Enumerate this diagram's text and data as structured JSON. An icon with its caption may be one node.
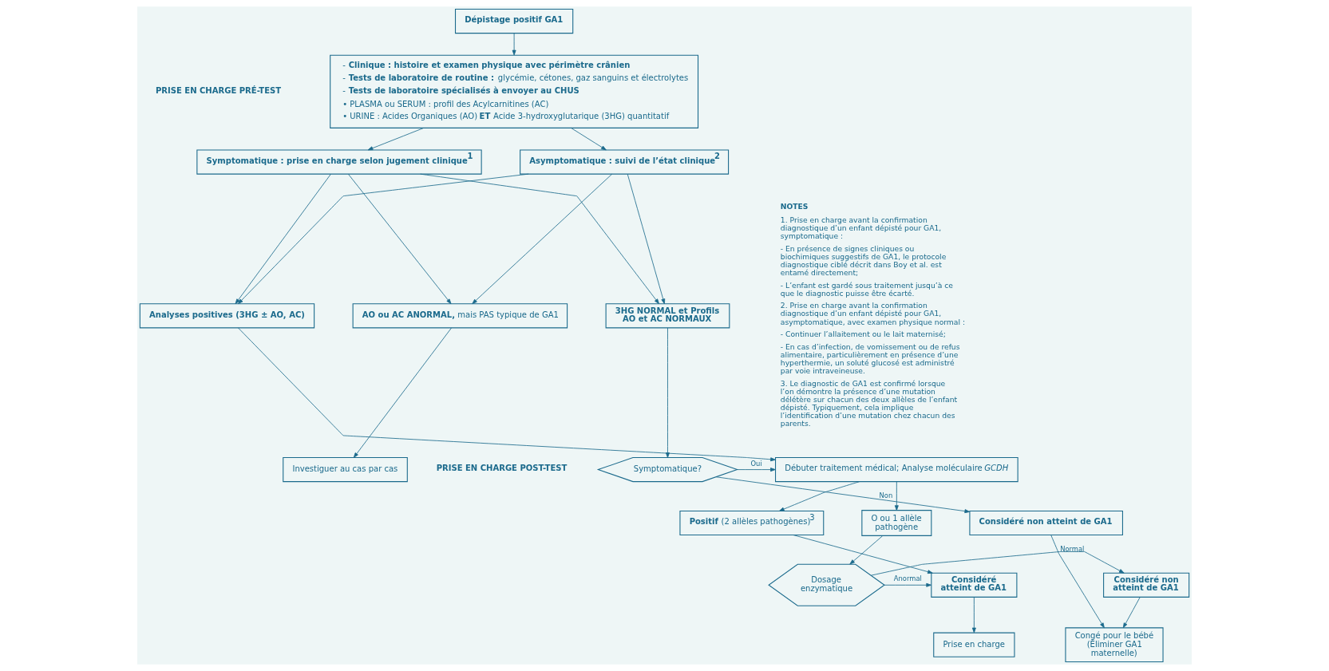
{
  "diagram": {
    "nodes": [
      {
        "text": [
          "Dépistage positif GA1"
        ]
      },
      {
        "text": [
          "- **Clinique : histoire et examen physique avec périmètre crânien**",
          "- **Tests de laboratoire de routine :** glycémie, cétones, gaz sanguins et électrolytes",
          "- **Tests de laboratoire spécialisés à envoyer au CHUS**",
          "• PLASMA ou SERUM : profil des Acylcarnitines (AC)",
          "• URINE : Acides Organiques (AO) **ET** Acide 3-hydroxyglutarique (3HG) quantitatif"
        ]
      },
      {
        "text": [
          "Symptomatique : prise en charge selon jugement clinique$^{1}$"
        ]
      },
      {
        "text": [
          "Asymptomatique : suivi de l’état clinique$^{2}$"
        ]
      },
      {
        "text": [
          "Analyses positives (3HG ± AO, AC)"
        ]
      },
      {
        "text": [
          "**AO ou AC ANORMAL,** mais PAS typique de GA1"
        ]
      },
      {
        "text": [
          "3HG NORMAL et Profils AO et AC NORMAUX"
        ]
      },
      {
        "text": [
          "Investiguer au cas par cas"
        ]
      },
      {
        "text": [
          "Débuter traitement médical; Analyse moléculaire *GCDH*"
        ]
      },
      {
        "text": [
          "Symptomatique?"
        ]
      },
      {
        "text": [
          "**Positif** (2 allèles pathogènes)$^{3}$"
        ]
      },
      {
        "text": [
          "O ou 1 allèle pathogène"
        ]
      },
      {
        "text": [
          "Considéré non atteint de GA1"
        ]
      },
      {
        "text": [
          "Considéré atteint de GA1"
        ]
      },
      {
        "text": [
          "Dosage enzymatique"
        ]
      },
      {
        "text": [
          "Considéré non atteint de GA1"
        ]
      },
      {
        "text": [
          "Congé pour le bébé (Éliminer GA1 maternelle)"
        ]
      },
      {
        "text": [
          "Prise en charge"
        ]
      }
    ],
    "edges": [
      {
        "from": 0,
        "to": 1,
        "arrow": "to"
      },
      {
        "from": 1,
        "to": 2,
        "arrow": "to"
      },
      {
        "from": 1,
        "to": 3,
        "arrow": "to"
      },
      {
        "from": 2,
        "to": 4,
        "arrow": "to"
      },
      {
        "from": 2,
        "to": 5,
        "arrow": "to"
      },
      {
        "from": 2,
        "to": 6,
        "arrow": "to"
      },
      {
        "from": 3,
        "to": 4,
        "arrow": "to"
      },
      {
        "from": 3,
        "to": 5,
        "arrow": "to"
      },
      {
        "from": 3,
        "to": 6,
        "arrow": "to"
      },
      {
        "from": 5,
        "to": 7,
        "arrow": "to"
      },
      {
        "from": 4,
        "to": 8,
        "arrow": "to"
      },
      {
        "from": 6,
        "to": 9,
        "arrow": "to"
      },
      {
        "from": 9,
        "to": 8,
        "arrow": "to",
        "label": "Oui"
      },
      {
        "from": 9,
        "to": 12,
        "arrow": "to",
        "label": "Non"
      },
      {
        "from": 12,
        "to": 16,
        "arrow": "to"
      },
      {
        "from": 8,
        "to": 10,
        "arrow": "to"
      },
      {
        "from": 8,
        "to": 11,
        "arrow": "to"
      },
      {
        "from": 10,
        "to": 13,
        "arrow": "to"
      },
      {
        "from": 11,
        "to": 14,
        "arrow": "to"
      },
      {
        "from": 14,
        "to": 13,
        "arrow": "to",
        "label": "Anormal"
      },
      {
        "from": 14,
        "to": 15,
        "arrow": "to",
        "label": "Normal"
      },
      {
        "from": 15,
        "to": 16,
        "arrow": "to"
      },
      {
        "from": 13,
        "to": 17,
        "arrow": "to"
      }
    ],
    "labels": [
      "PRISE EN CHARGE PRÉ-TEST",
      "PRISE EN CHARGE POST-TEST",
      "NOTES",
      "1. Prise en charge avant la confirmation diagnostique d’un enfant dépisté pour GA1, symptomatique :",
      "- En présence de signes cliniques ou biochimiques suggestifs de GA1, le protocole diagnostique ciblé décrit dans Boy et al. est entamé directement;",
      "- L’enfant est gardé sous traitement jusqu’à ce que le diagnostic puisse être écarté.",
      "2. Prise en charge avant la confirmation diagnostique d’un enfant dépisté pour GA1, asymptomatique, avec examen physique normal :",
      "- Continuer l’allaitement ou le lait maternisé;",
      "- En cas d’infection, de vomissement ou de refus alimentaire, particulièrement en présence d’une hyperthermie, un soluté glucosé est administré par voie intraveineuse.",
      "3. Le diagnostic de GA1 est confirmé lorsque l’on démontre la présence d’une mutation délétère sur chacun des deux allèles de l’enfant dépisté. Typiquement, cela implique l’identification d’une mutation chez chacun des parents."
    ]
  }
}
